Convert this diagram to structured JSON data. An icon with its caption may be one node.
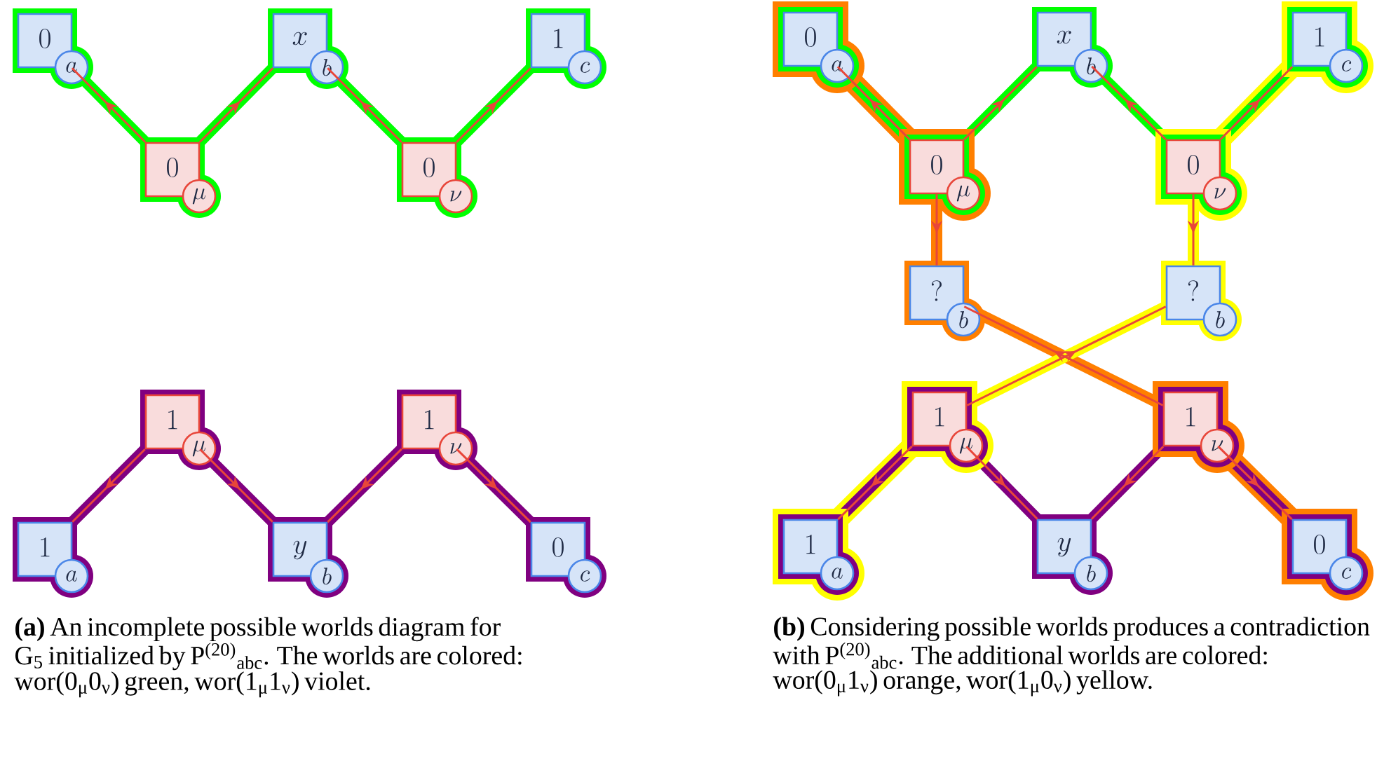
{
  "diagram": {
    "nodes": [
      {
        "text": [
          "0",
          "a"
        ]
      },
      {
        "text": [
          "x",
          "b"
        ]
      },
      {
        "text": [
          "1",
          "c"
        ]
      },
      {
        "text": [
          "0",
          "\\mu"
        ]
      },
      {
        "text": [
          "0",
          "\\nu"
        ]
      },
      {
        "text": [
          "1",
          "\\mu"
        ]
      },
      {
        "text": [
          "1",
          "\\nu"
        ]
      },
      {
        "text": [
          "1",
          "a"
        ]
      },
      {
        "text": [
          "y",
          "b"
        ]
      },
      {
        "text": [
          "0",
          "c"
        ]
      },
      {
        "text": [
          "0",
          "a"
        ]
      },
      {
        "text": [
          "x",
          "b"
        ]
      },
      {
        "text": [
          "1",
          "c"
        ]
      },
      {
        "text": [
          "0",
          "\\mu"
        ]
      },
      {
        "text": [
          "0",
          "\\nu"
        ]
      },
      {
        "text": [
          "?",
          "b"
        ]
      },
      {
        "text": [
          "?",
          "b"
        ]
      },
      {
        "text": [
          "1",
          "\\mu"
        ]
      },
      {
        "text": [
          "1",
          "\\nu"
        ]
      },
      {
        "text": [
          "1",
          "a"
        ]
      },
      {
        "text": [
          "y",
          "b"
        ]
      },
      {
        "text": [
          "0",
          "c"
        ]
      }
    ],
    "edges": [
      {
        "from": 3,
        "to": 0,
        "arrow": "to"
      },
      {
        "from": 3,
        "to": 1,
        "arrow": "to"
      },
      {
        "from": 4,
        "to": 1,
        "arrow": "to"
      },
      {
        "from": 4,
        "to": 2,
        "arrow": "to"
      },
      {
        "from": 5,
        "to": 7,
        "arrow": "to"
      },
      {
        "from": 5,
        "to": 8,
        "arrow": "to"
      },
      {
        "from": 6,
        "to": 8,
        "arrow": "to"
      },
      {
        "from": 6,
        "to": 9,
        "arrow": "to"
      },
      {
        "from": 13,
        "to": 10,
        "arrow": "to"
      },
      {
        "from": 13,
        "to": 11,
        "arrow": "to"
      },
      {
        "from": 14,
        "to": 11,
        "arrow": "to"
      },
      {
        "from": 14,
        "to": 12,
        "arrow": "to"
      },
      {
        "from": 13,
        "to": 15,
        "arrow": "to"
      },
      {
        "from": 14,
        "to": 16,
        "arrow": "to"
      },
      {
        "from": 18,
        "to": 15,
        "arrow": "to"
      },
      {
        "from": 17,
        "to": 16,
        "arrow": "to"
      },
      {
        "from": 17,
        "to": 19,
        "arrow": "to"
      },
      {
        "from": 17,
        "to": 20,
        "arrow": "to"
      },
      {
        "from": 18,
        "to": 20,
        "arrow": "to"
      },
      {
        "from": 18,
        "to": 21,
        "arrow": "to"
      }
    ],
    "labels": [
      "**(a)** An incomplete possible worlds diagram for G$_{5}$ initialized by P$^{(20)}$$_{abc}$. The worlds are colored: wor(0$_{μ}$0$_{ν}$) green, wor(1$_{μ}$1$_{ν}$) violet.",
      "**(b)** Considering possible worlds produces a contradiction with P$^{(20)}$$_{abc}$. The additional worlds are colored: wor(0$_{μ}$1$_{ν}$) orange, wor(1$_{μ}$0$_{ν}$) yellow."
    ]
  }
}
